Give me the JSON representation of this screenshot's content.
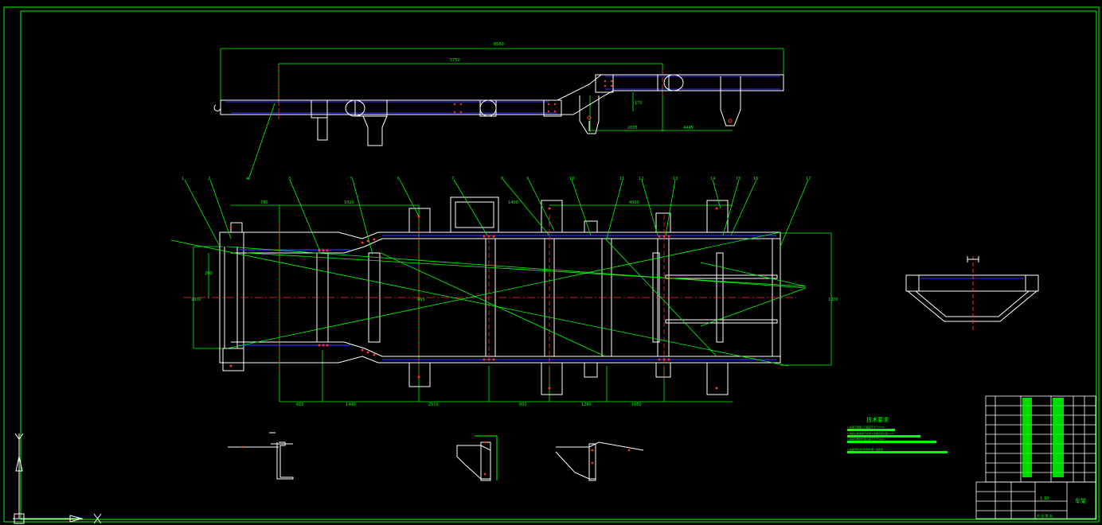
{
  "drawing": {
    "top_view_dims": {
      "overall": "8560",
      "inner": "5750",
      "short1": "4445",
      "short2": "2605",
      "height": "170"
    },
    "plan_dims": {
      "top_left": "780",
      "top_mid": "1020",
      "top_right1": "1400",
      "top_right2": "4000",
      "bottom": [
        "620",
        "1440",
        "2510",
        "600",
        "1280",
        "1650"
      ],
      "side_left": "1000",
      "side_center": "865",
      "side_right": "1000",
      "inner_w": "200"
    },
    "balloons": [
      "1",
      "2",
      "3",
      "4",
      "5",
      "6",
      "7",
      "8",
      "9",
      "10",
      "11",
      "12",
      "13",
      "14",
      "15",
      "16",
      "17"
    ],
    "notes_title": "技术要求",
    "notes_lines": [
      "1.纵梁下翼面上平面度不大于2mm",
      "2.铆接后各横梁与纵梁之间垂直度允差1mm",
      "3.车架对角线长度之差不大于5mm",
      "4.车架焊后进行防锈处理，涂底漆"
    ],
    "title_block": {
      "name": "车架",
      "scale": "1:10",
      "sheet": "共 张 第 张"
    }
  }
}
